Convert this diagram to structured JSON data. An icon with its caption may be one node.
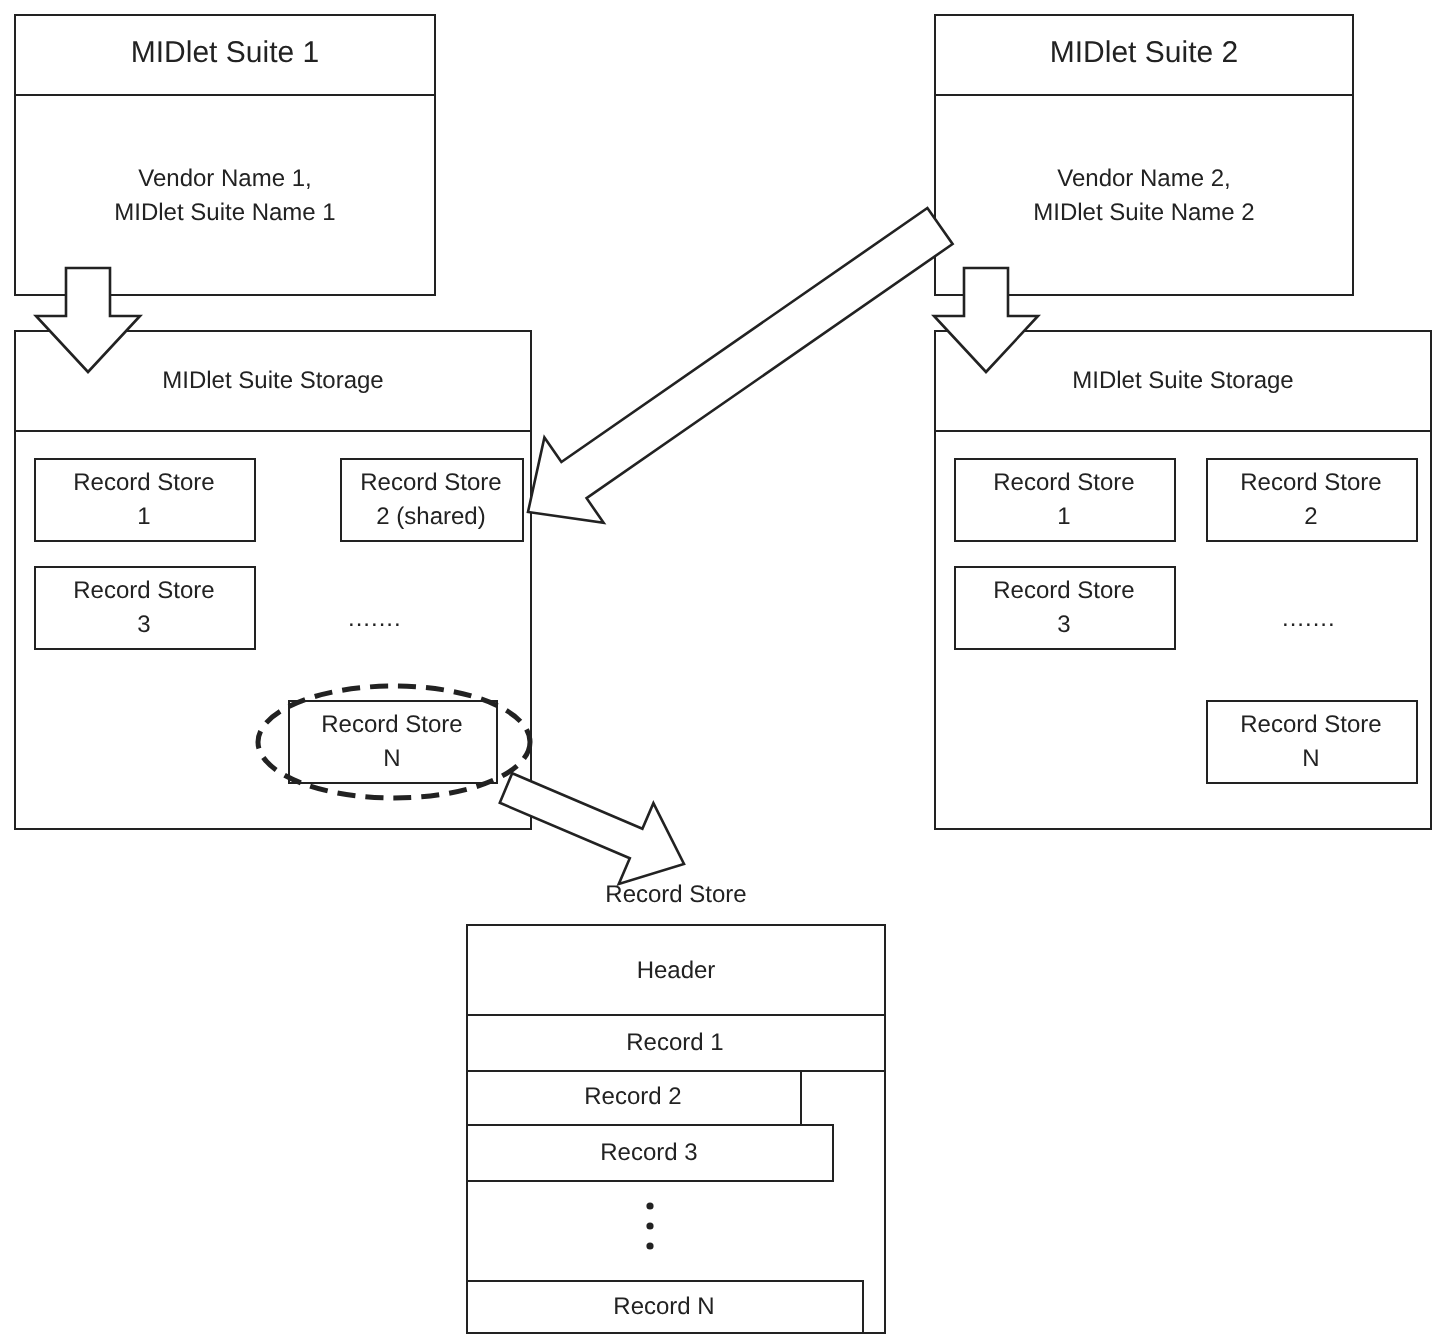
{
  "diagram": {
    "nodes": [
      {
        "text": [
          "MIDlet Suite 1",
          "Vendor Name 1, MIDlet Suite Name 1"
        ]
      },
      {
        "text": [
          "MIDlet Suite 2",
          "Vendor Name 2, MIDlet Suite Name 2"
        ]
      },
      {
        "text": [
          "MIDlet Suite Storage"
        ]
      },
      {
        "text": [
          "Record Store 1"
        ],
        "in": 2
      },
      {
        "text": [
          "Record Store 2 (shared)"
        ],
        "in": 2
      },
      {
        "text": [
          "Record Store 3"
        ],
        "in": 2
      },
      {
        "text": [
          "Record Store N"
        ],
        "in": 2
      },
      {
        "text": [
          "MIDlet Suite Storage"
        ]
      },
      {
        "text": [
          "Record Store 1"
        ],
        "in": 7
      },
      {
        "text": [
          "Record Store 2"
        ],
        "in": 7
      },
      {
        "text": [
          "Record Store 3"
        ],
        "in": 7
      },
      {
        "text": [
          "Record Store N"
        ],
        "in": 7
      },
      {
        "text": [
          "Record Store",
          "Header"
        ]
      },
      {
        "text": [
          "Record 1"
        ],
        "in": 12
      },
      {
        "text": [
          "Record 2"
        ],
        "in": 12
      },
      {
        "text": [
          "Record 3"
        ],
        "in": 12
      },
      {
        "text": [
          "Record N"
        ],
        "in": 12
      }
    ],
    "edges": [
      {
        "from": 0,
        "to": 2,
        "arrow": "to"
      },
      {
        "from": 1,
        "to": 7,
        "arrow": "to"
      },
      {
        "from": 1,
        "to": 4,
        "arrow": "to"
      },
      {
        "from": 6,
        "to": 12,
        "arrow": "to"
      }
    ],
    "labels": [
      ".......",
      "......."
    ]
  }
}
